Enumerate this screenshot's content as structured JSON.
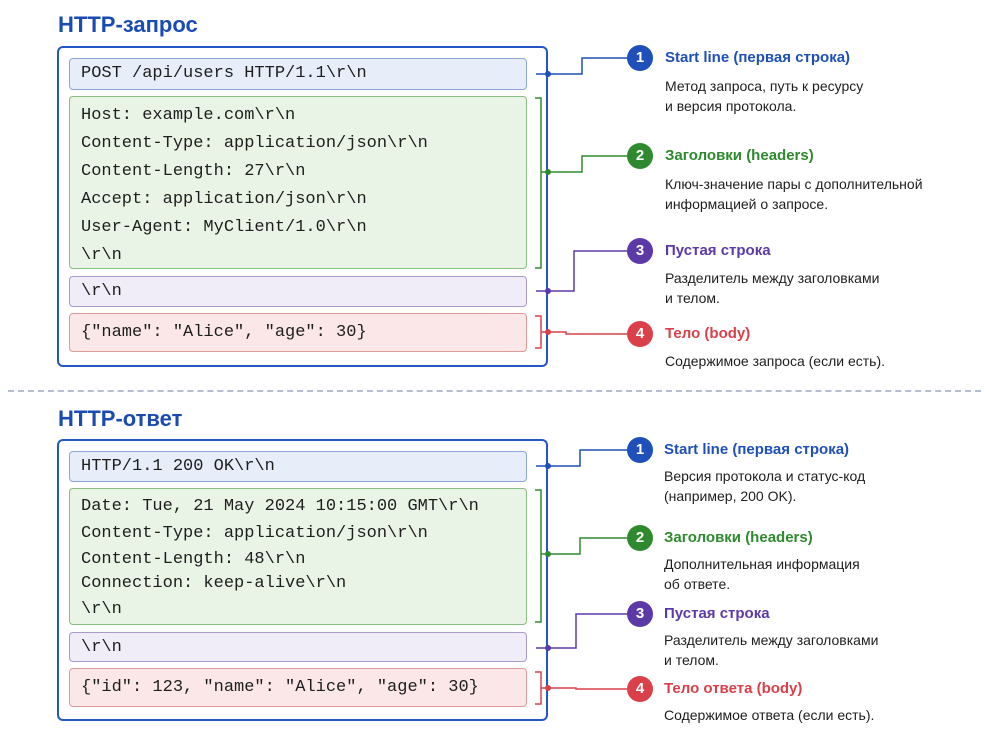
{
  "request": {
    "title": "HTTP-запрос",
    "start_line": "POST /api/users HTTP/1.1\\r\\n",
    "headers": [
      "Host: example.com\\r\\n",
      "Content-Type: application/json\\r\\n",
      "Content-Length: 27\\r\\n",
      "Accept: application/json\\r\\n",
      "User-Agent: MyClient/1.0\\r\\n",
      "\\r\\n"
    ],
    "empty_line": "\\r\\n",
    "body": "{\"name\": \"Alice\", \"age\": 30}",
    "annotations": [
      {
        "num": "1",
        "title": "Start line (первая строка)",
        "desc": [
          "Метод запроса, путь к ресурсу",
          "и версия протокола."
        ]
      },
      {
        "num": "2",
        "title": "Заголовки (headers)",
        "desc": [
          "Ключ-значение пары с дополнительной",
          "информацией о запросе."
        ]
      },
      {
        "num": "3",
        "title": "Пустая строка",
        "desc": [
          "Разделитель между заголовками",
          "и телом."
        ]
      },
      {
        "num": "4",
        "title": "Тело (body)",
        "desc": [
          "Содержимое запроса (если есть)."
        ]
      }
    ]
  },
  "response": {
    "title": "HTTP-ответ",
    "start_line": "HTTP/1.1 200 OK\\r\\n",
    "headers": [
      "Date: Tue, 21 May 2024 10:15:00 GMT\\r\\n",
      "Content-Type: application/json\\r\\n",
      "Content-Length: 48\\r\\n",
      "Connection: keep-alive\\r\\n",
      "\\r\\n"
    ],
    "empty_line": "\\r\\n",
    "body": "{\"id\": 123, \"name\": \"Alice\", \"age\": 30}",
    "annotations": [
      {
        "num": "1",
        "title": "Start line (первая строка)",
        "desc": [
          "Версия протокола и статус-код",
          "(например, 200 OK)."
        ]
      },
      {
        "num": "2",
        "title": "Заголовки (headers)",
        "desc": [
          "Дополнительная информация",
          "об ответе."
        ]
      },
      {
        "num": "3",
        "title": "Пустая строка",
        "desc": [
          "Разделитель между заголовками",
          "и телом."
        ]
      },
      {
        "num": "4",
        "title": "Тело ответа (body)",
        "desc": [
          "Содержимое ответа (если есть)."
        ]
      }
    ]
  },
  "colors": {
    "title": "#1a4bb3",
    "start": "#1f4fb8",
    "headers": "#2f8a2f",
    "empty": "#5b3aa8",
    "body": "#d9404a"
  }
}
